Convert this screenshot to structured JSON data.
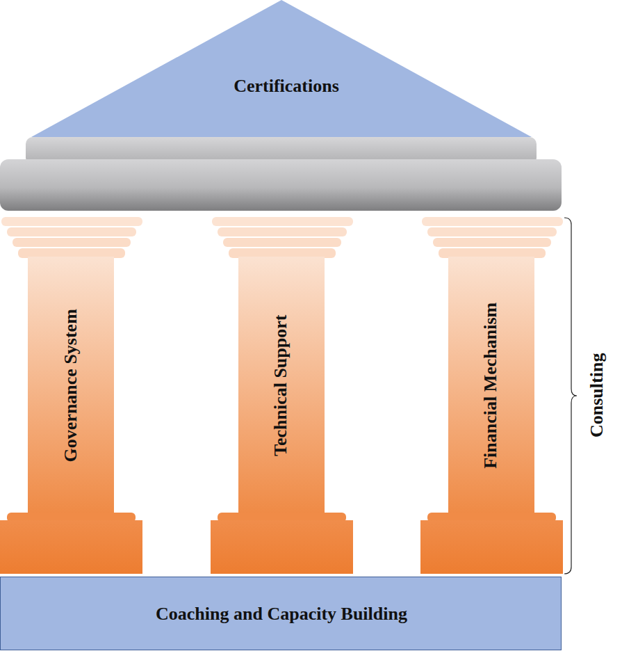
{
  "diagram": {
    "nodes": [
      {
        "text": [
          "Certifications"
        ]
      },
      {
        "text": [
          "Governance System"
        ]
      },
      {
        "text": [
          "Technical Support"
        ]
      },
      {
        "text": [
          "Financial Mechanism"
        ]
      },
      {
        "text": [
          "Coaching and Capacity Building"
        ]
      }
    ],
    "labels": [
      "Consulting"
    ]
  }
}
